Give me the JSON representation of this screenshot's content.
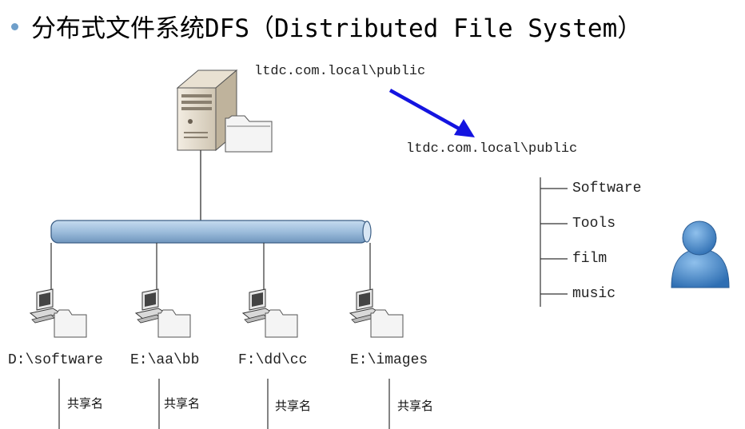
{
  "title": {
    "text": "分布式文件系统DFS（Distributed File System）"
  },
  "namespace": {
    "root_path": "ltdc.com.local\\public",
    "target_path": "ltdc.com.local\\public",
    "folders": [
      {
        "label": "Software"
      },
      {
        "label": "Tools"
      },
      {
        "label": "film"
      },
      {
        "label": "music"
      }
    ]
  },
  "shares": [
    {
      "path": "D:\\software",
      "share_label": "共享名"
    },
    {
      "path": "E:\\aa\\bb",
      "share_label": "共享名"
    },
    {
      "path": "F:\\dd\\cc",
      "share_label": "共享名"
    },
    {
      "path": "E:\\images",
      "share_label": "共享名"
    }
  ],
  "colors": {
    "arrow": "#1414e0",
    "network_bus": "#a9c4e0",
    "user_icon": "#4a87c8"
  },
  "icons": {
    "server": "server-icon",
    "client": "computer-icon",
    "folder": "folder-icon",
    "user": "user-icon"
  }
}
